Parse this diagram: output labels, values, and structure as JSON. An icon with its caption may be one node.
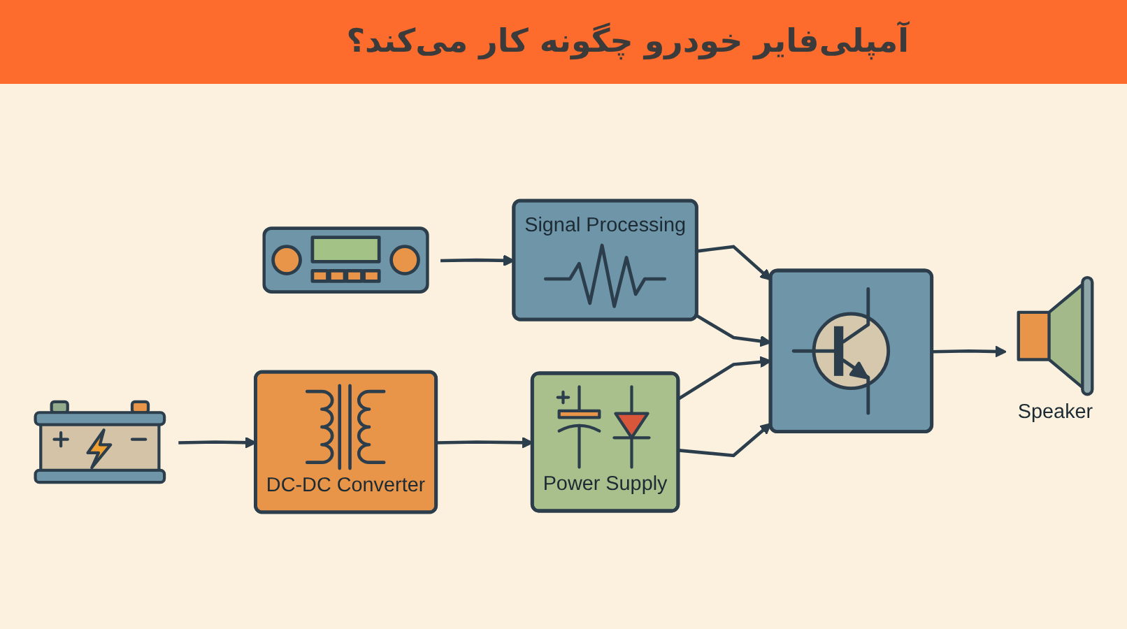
{
  "diagram": {
    "title": "آمپلی‌فایر خودرو چگونه کار می‌کند؟",
    "nodes": [
      {
        "text": [],
        "shape": "picture"
      },
      {
        "text": [
          "Signal Processing"
        ]
      },
      {
        "text": [],
        "shape": "picture"
      },
      {
        "text": [
          "Speaker"
        ]
      },
      {
        "text": [],
        "shape": "picture"
      },
      {
        "text": [
          "DC-DC Converter"
        ]
      },
      {
        "text": [
          "Power Supply"
        ]
      }
    ],
    "edges": [
      {
        "from": 0,
        "to": 1,
        "arrow": "to"
      },
      {
        "from": 1,
        "to": 2,
        "arrow": "to"
      },
      {
        "from": 1,
        "to": 2,
        "arrow": "to"
      },
      {
        "from": 4,
        "to": 5,
        "arrow": "to"
      },
      {
        "from": 5,
        "to": 6,
        "arrow": "to"
      },
      {
        "from": 6,
        "to": 2,
        "arrow": "to"
      },
      {
        "from": 6,
        "to": 2,
        "arrow": "to"
      },
      {
        "from": 2,
        "to": 3,
        "arrow": "to"
      }
    ]
  }
}
